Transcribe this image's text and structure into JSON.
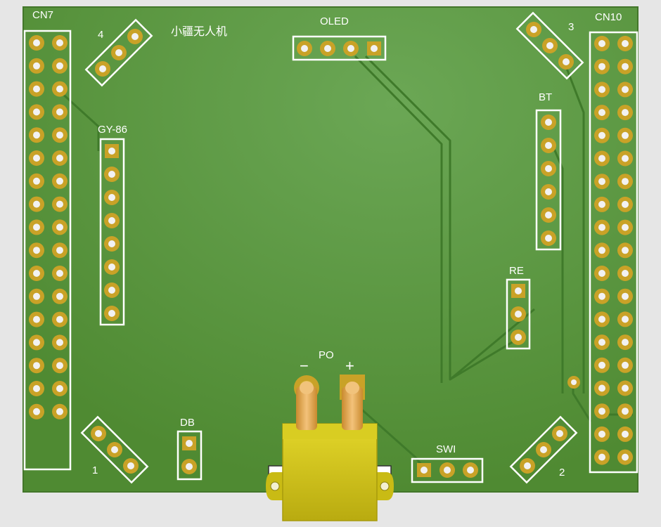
{
  "board": {
    "title": "小疆无人机",
    "labels": {
      "cn7": "CN7",
      "cn10": "CN10",
      "oled": "OLED",
      "gy86": "GY-86",
      "bt": "BT",
      "re": "RE",
      "po": "PO",
      "minus": "−",
      "plus": "+",
      "swi": "SWI",
      "db": "DB",
      "motor1": "1",
      "motor2": "2",
      "motor3": "3",
      "motor4": "4"
    },
    "colors": {
      "background": "#e6e6e6",
      "pcb": "#57923a",
      "pcb_highlight": "#6aa554",
      "edge": "#4a7a30",
      "trace": "#3f7a2a",
      "silkscreen": "#ffffff",
      "pad_gold": "#c9a227",
      "pad_hole": "#f2f2f2",
      "connector_yellow": "#d2c41c",
      "pin_gold": "#e0a84a"
    },
    "headers": {
      "cn7_pin_count": 34,
      "cn10_pin_count": 38,
      "gy86_pin_count": 8,
      "bt_pin_count": 6,
      "oled_pin_count": 4,
      "re_pin_count": 3,
      "swi_pin_count": 3,
      "db_pin_count": 2,
      "esc_pin_count": 3
    }
  }
}
